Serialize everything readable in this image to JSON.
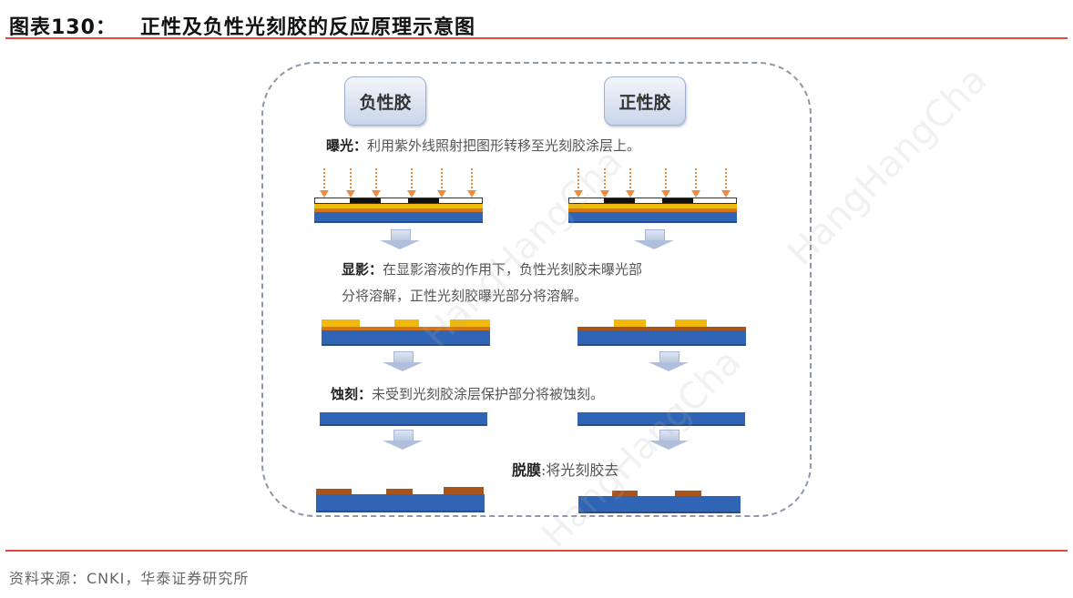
{
  "header": {
    "figure_no": "图表130：",
    "title": "正性及负性光刻胶的反应原理示意图"
  },
  "diagram": {
    "columns": [
      {
        "label": "负性胶"
      },
      {
        "label": "正性胶"
      }
    ],
    "steps": [
      {
        "name": "曝光：",
        "desc": "利用紫外线照射把图形转移至光刻胶涂层上。"
      },
      {
        "name": "显影：",
        "desc": "在显影溶液的作用下，负性光刻胶未曝光部",
        "desc2": "分将溶解，正性光刻胶曝光部分将溶解。"
      },
      {
        "name": "蚀刻：",
        "desc": "未受到光刻胶涂层保护部分将被蚀刻。"
      },
      {
        "name": "脱膜",
        "desc": ":将光刻胶去"
      }
    ],
    "colors": {
      "substrate": "#2f65b4",
      "oxide": "#d6761a",
      "photoresist": "#f2b90a",
      "etched_layer": "#a9541a",
      "uv_arrow": "#f08a3c",
      "frame": "#8e98ab",
      "rule": "#e0493a"
    }
  },
  "footer": {
    "source": "资料来源：CNKI，华泰证券研究所"
  },
  "watermark": "HangHangCha"
}
